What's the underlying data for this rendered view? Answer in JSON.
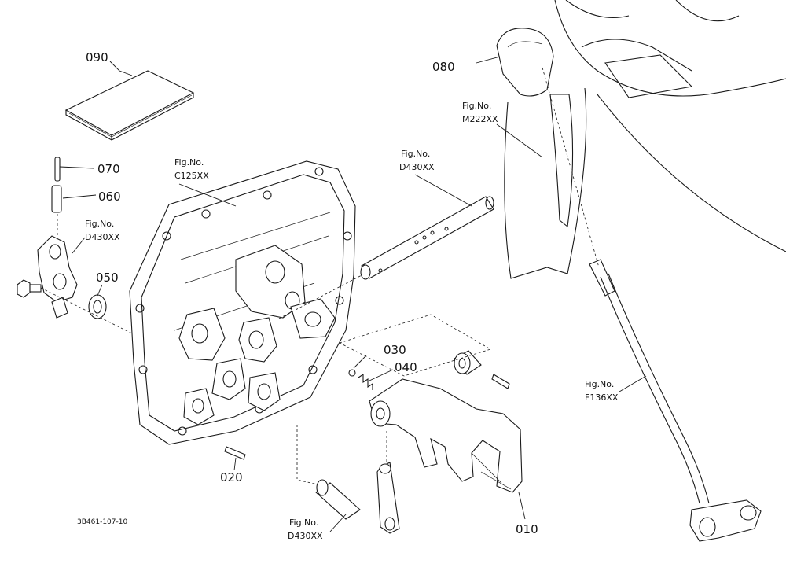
{
  "diagram": {
    "drawing_id": "3B461-107-10",
    "parts": {
      "p010": "010",
      "p020": "020",
      "p030": "030",
      "p040": "040",
      "p050": "050",
      "p060": "060",
      "p070": "070",
      "p080": "080",
      "p090": "090"
    },
    "figure_references": {
      "fig_no_label": "Fig.No.",
      "c125": "C125XX",
      "d430_shaft_top": "D430XX",
      "d430_left": "D430XX",
      "d430_bottom": "D430XX",
      "m222": "M222XX",
      "f136": "F136XX"
    }
  }
}
